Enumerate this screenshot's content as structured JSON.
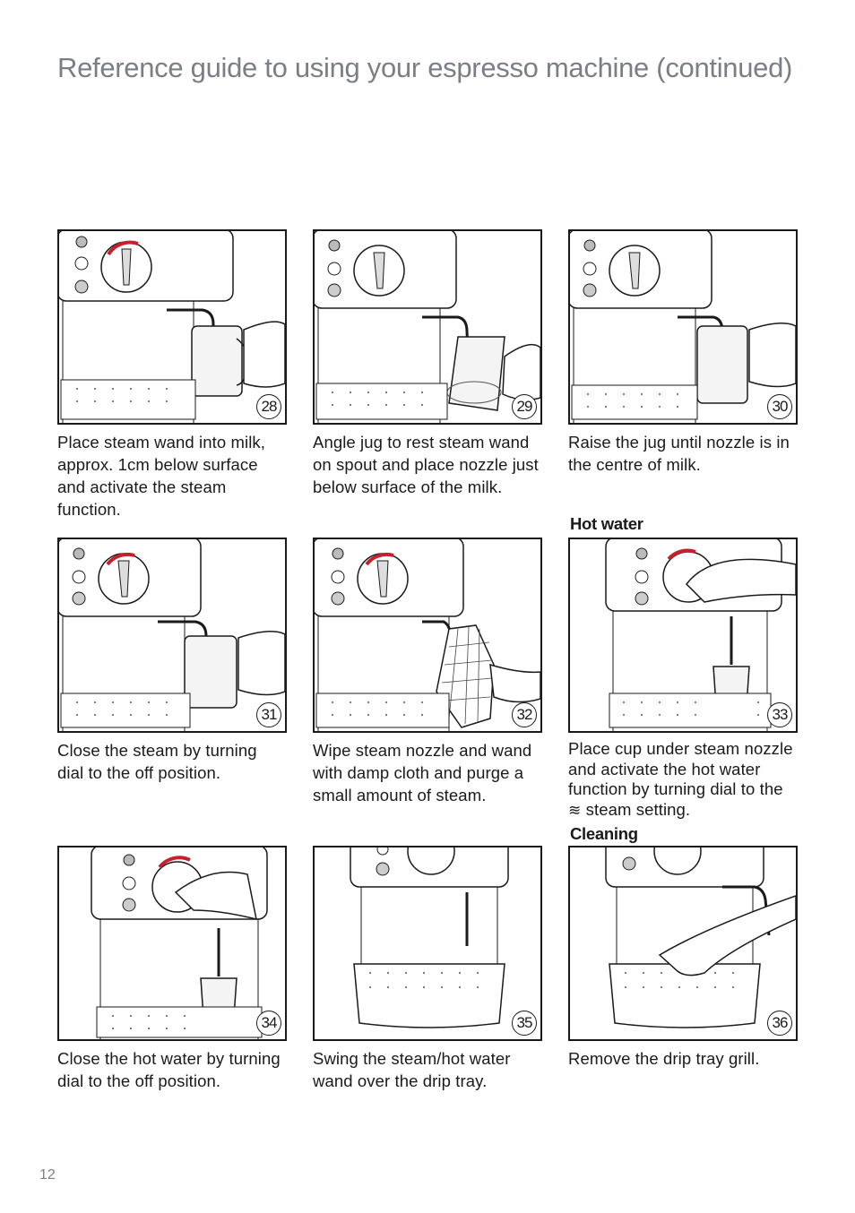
{
  "page": {
    "title": "Reference guide to using your espresso machine (continued)",
    "number": "12"
  },
  "sections": {
    "hot_water": "Hot water",
    "cleaning": "Cleaning"
  },
  "steps": [
    {
      "number": "28",
      "caption": "Place steam wand into milk, approx. 1cm below surface and activate the steam function."
    },
    {
      "number": "29",
      "caption": "Angle jug to rest steam wand on spout and place nozzle just below surface of the milk."
    },
    {
      "number": "30",
      "caption": "Raise the jug until nozzle is in the centre of milk."
    },
    {
      "number": "31",
      "caption": "Close the steam by turning dial to the off position."
    },
    {
      "number": "32",
      "caption": "Wipe steam nozzle and wand with damp cloth and purge a small amount of steam."
    },
    {
      "number": "33",
      "caption_a": "Place cup under steam nozzle and activate the hot water function by turning dial to the",
      "caption_b": "steam setting."
    },
    {
      "number": "34",
      "caption": "Close the hot water by turning dial to the off position."
    },
    {
      "number": "35",
      "caption": "Swing the steam/hot water wand over the drip tray."
    },
    {
      "number": "36",
      "caption": "Remove the drip tray grill."
    }
  ],
  "icons": {
    "steam_setting": "steam-icon"
  },
  "colors": {
    "title": "#7a7f86",
    "dial_arrow": "#c8202b",
    "line": "#1a1a1a"
  }
}
